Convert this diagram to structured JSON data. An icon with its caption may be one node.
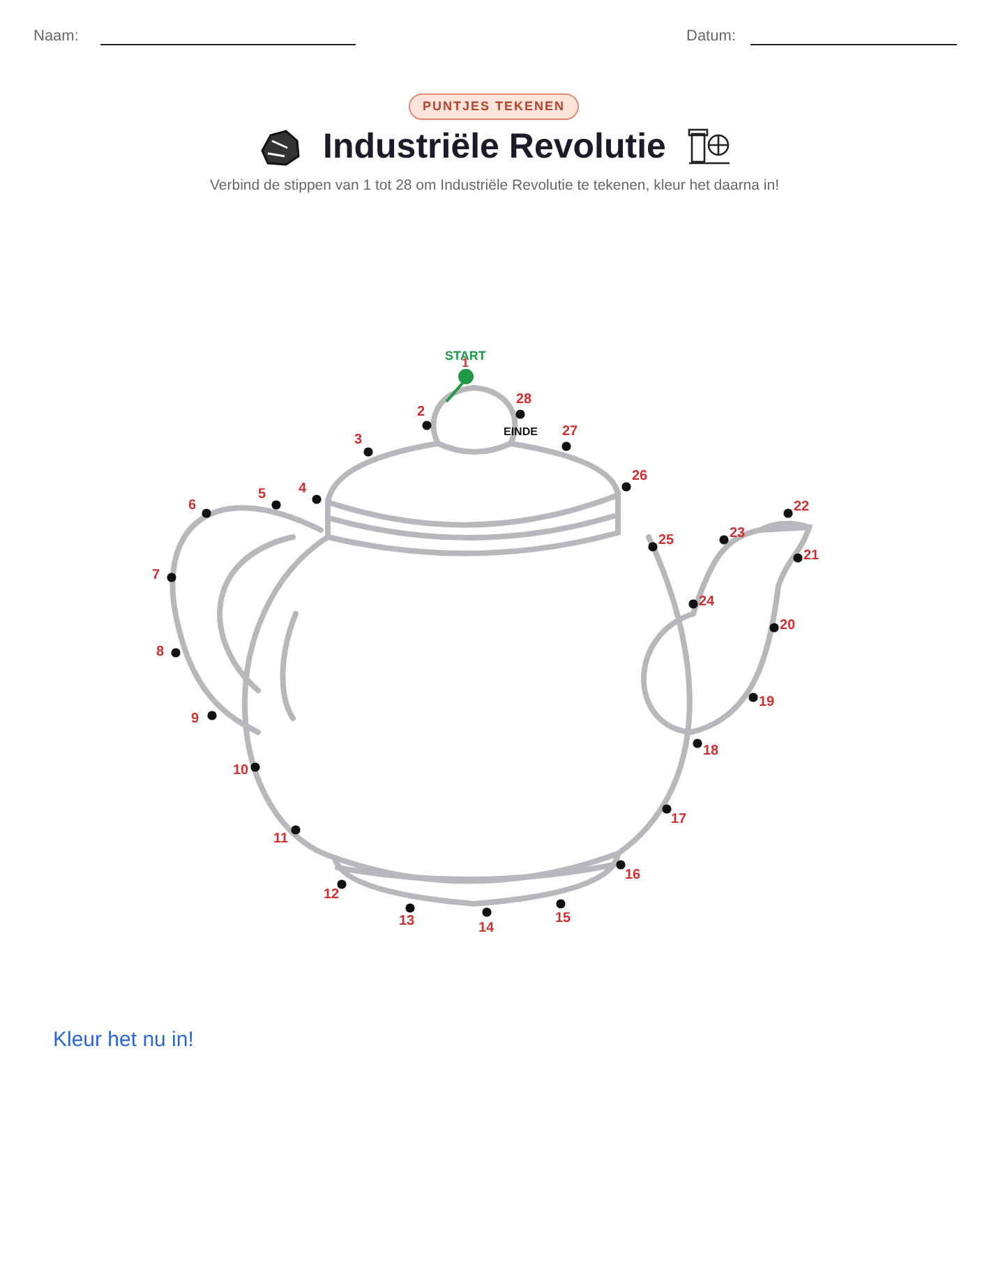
{
  "diagram": {
    "title": "Industriële Revolutie",
    "labels": [
      "Naam:",
      "Datum:",
      "PUNTJES TEKENEN",
      "Verbind de stippen van 1 tot 28 om Industriële Revolutie te tekenen, kleur het daarna in!",
      "START",
      "1",
      "2",
      "3",
      "4",
      "5",
      "6",
      "7",
      "8",
      "9",
      "10",
      "11",
      "12",
      "13",
      "14",
      "15",
      "16",
      "17",
      "18",
      "19",
      "20",
      "21",
      "22",
      "23",
      "24",
      "25",
      "26",
      "27",
      "28",
      "EINDE",
      "Kleur het nu in!"
    ]
  }
}
